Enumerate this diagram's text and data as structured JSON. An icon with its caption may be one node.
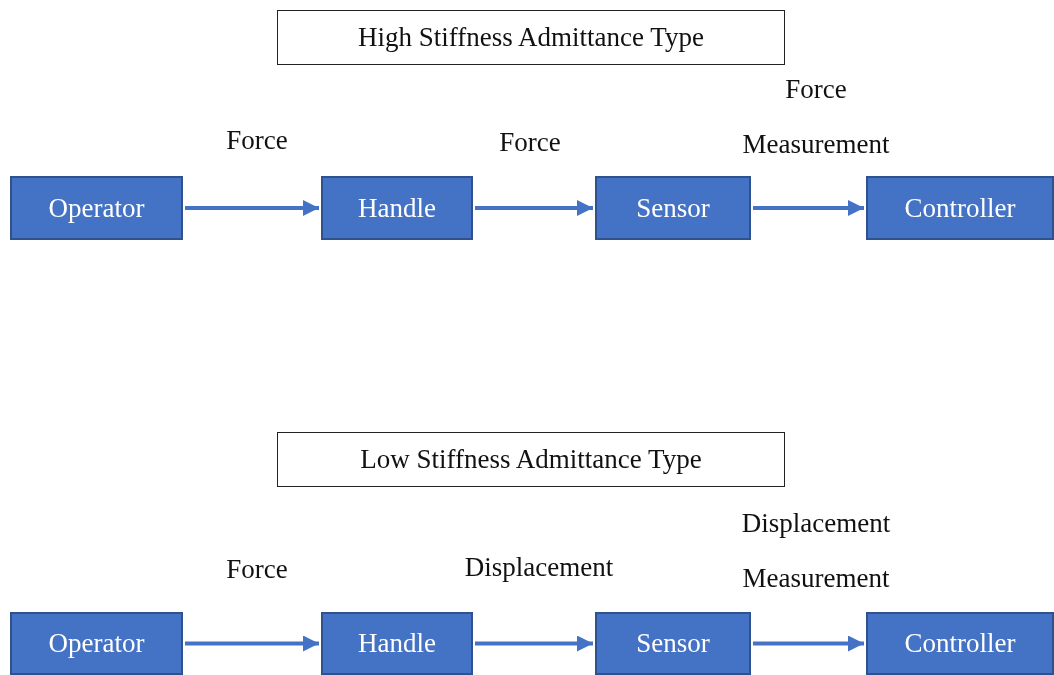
{
  "diagram": {
    "nodes": [
      {
        "text": [
          "High Stiffness Admittance Type"
        ]
      },
      {
        "text": [
          "Operator"
        ]
      },
      {
        "text": [
          "Handle"
        ]
      },
      {
        "text": [
          "Sensor"
        ]
      },
      {
        "text": [
          "Controller"
        ]
      },
      {
        "text": [
          "Low Stiffness Admittance Type"
        ]
      },
      {
        "text": [
          "Operator"
        ]
      },
      {
        "text": [
          "Handle"
        ]
      },
      {
        "text": [
          "Sensor"
        ]
      },
      {
        "text": [
          "Controller"
        ]
      }
    ],
    "edges": [
      {
        "from": 1,
        "to": 2,
        "arrow": "to",
        "label": "Force"
      },
      {
        "from": 2,
        "to": 3,
        "arrow": "to",
        "label": "Force"
      },
      {
        "from": 3,
        "to": 4,
        "arrow": "to",
        "label": "Force Measurement"
      },
      {
        "from": 6,
        "to": 7,
        "arrow": "to",
        "label": "Force"
      },
      {
        "from": 7,
        "to": 8,
        "arrow": "to",
        "label": "Displacement"
      },
      {
        "from": 8,
        "to": 9,
        "arrow": "to",
        "label": "Displacement Measurement"
      }
    ]
  }
}
